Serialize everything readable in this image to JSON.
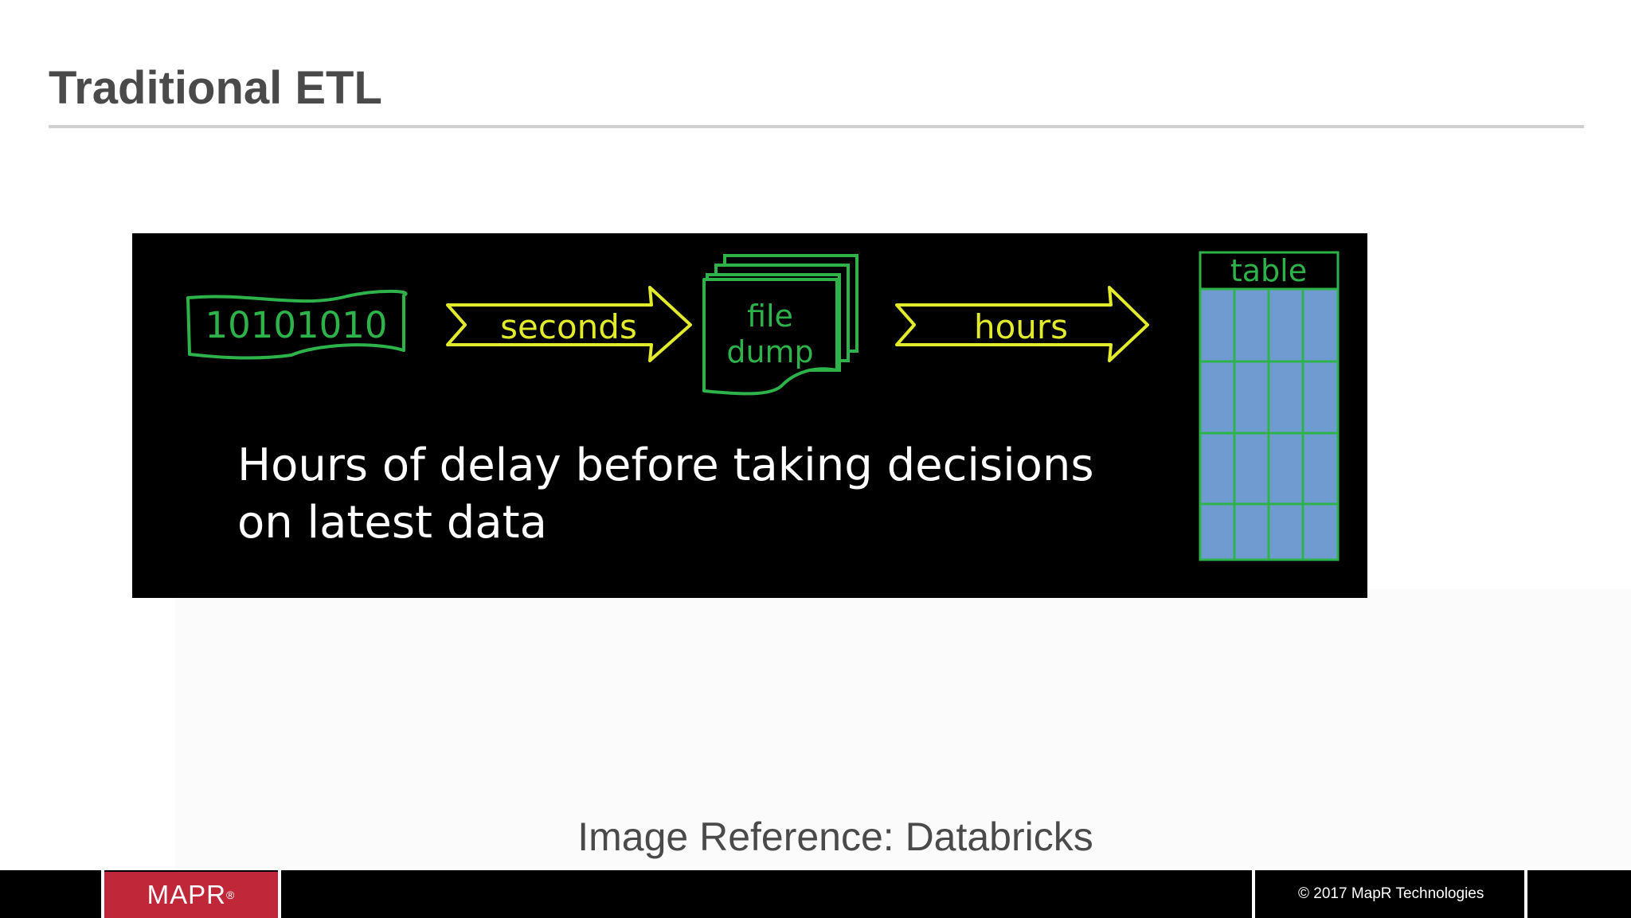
{
  "slide": {
    "title": "Traditional ETL",
    "reference": "Image Reference: Databricks",
    "copyright": "© 2017 MapR Technologies"
  },
  "logo": {
    "text": "MAPR",
    "mark": "®",
    "color": "#c0283a"
  },
  "diagram": {
    "source_label": "10101010",
    "arrow1_label": "seconds",
    "file_label_line1": "file",
    "file_label_line2": "dump",
    "arrow2_label": "hours",
    "table_label": "table",
    "caption_line1": "Hours of delay before taking decisions",
    "caption_line2": "on latest data",
    "colors": {
      "background": "#000000",
      "green": "#2eb34a",
      "yellow": "#e2ea2c",
      "table_fill": "#6f9bd1",
      "text": "#ffffff"
    }
  }
}
